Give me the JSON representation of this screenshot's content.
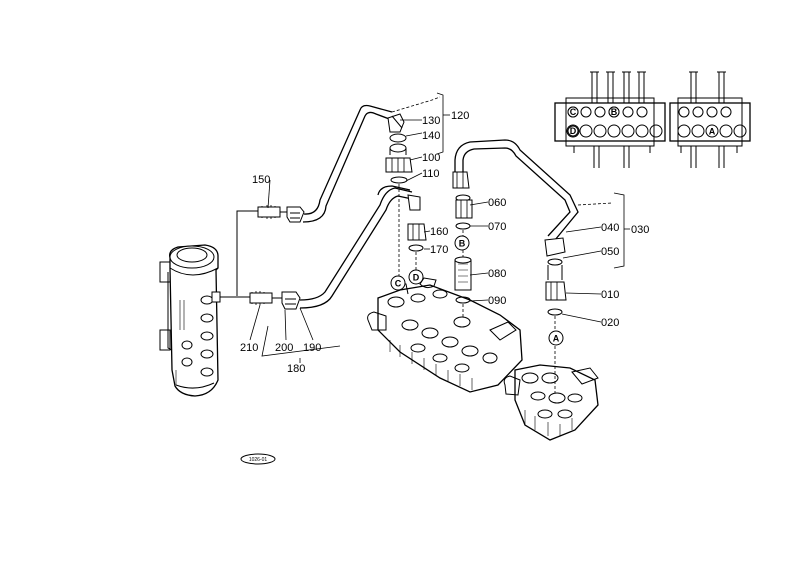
{
  "parts": {
    "p010": "010",
    "p020": "020",
    "p030": "030",
    "p040": "040",
    "p050": "050",
    "p060": "060",
    "p070": "070",
    "p080": "080",
    "p090": "090",
    "p100": "100",
    "p110": "110",
    "p120": "120",
    "p130": "130",
    "p140": "140",
    "p150": "150",
    "p160": "160",
    "p170": "170",
    "p180": "180",
    "p190": "190",
    "p200": "200",
    "p210": "210"
  },
  "markers": {
    "a": "A",
    "b": "B",
    "c": "C",
    "d": "D"
  },
  "stamp": "1026-01",
  "colors": {
    "line": "#000000",
    "background": "#ffffff"
  }
}
